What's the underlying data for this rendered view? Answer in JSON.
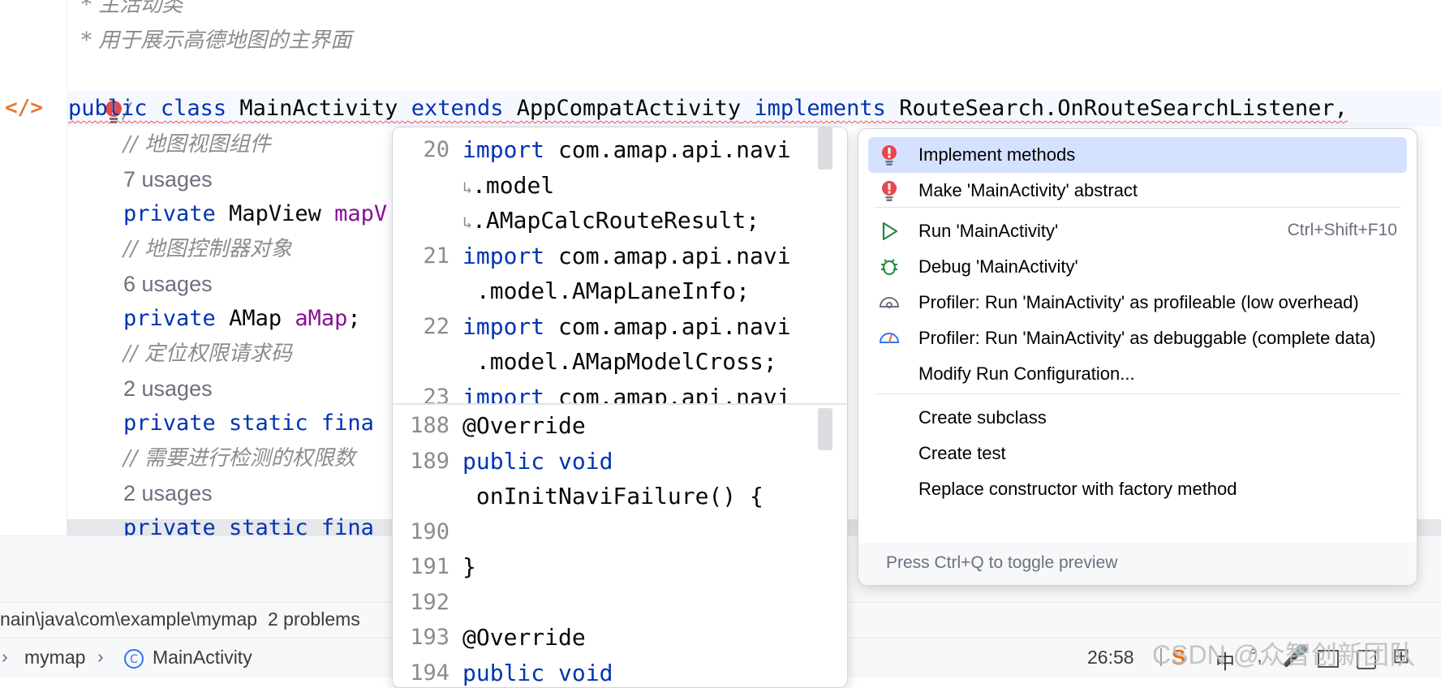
{
  "editor": {
    "comments": [
      "* 主活动类",
      "* 用于展示高德地图的主界面",
      "/"
    ],
    "class_line": {
      "kw_public": "public",
      "kw_class": "class",
      "name": "MainActivity",
      "kw_extends": "extends",
      "super": "AppCompatActivity",
      "kw_implements": "implements",
      "iface": "RouteSearch.OnRouteSearchListener,"
    },
    "lines": {
      "c1": "// 地图视图组件",
      "u1": "7 usages",
      "f1_kw": "private",
      "f1_type": "MapView",
      "f1_name": "mapV",
      "c2": "// 地图控制器对象",
      "u2": "6 usages",
      "f2_kw": "private",
      "f2_type": "AMap",
      "f2_name": "aMap",
      "f2_end": ";",
      "c3": "// 定位权限请求码",
      "u3": "2 usages",
      "f3_kw": "private static fina",
      "c4": "// 需要进行检测的权限数",
      "u4": "2 usages",
      "f4_kw": "private static fina"
    }
  },
  "preview": {
    "top": [
      {
        "num": "20",
        "kw": "import",
        "text": " com.amap.api.navi"
      },
      {
        "num": "",
        "kw": "",
        "text": ".model",
        "cont": true
      },
      {
        "num": "",
        "kw": "",
        "text": ".AMapCalcRouteResult;",
        "cont": true
      },
      {
        "num": "21",
        "kw": "import",
        "text": " com.amap.api.navi"
      },
      {
        "num": "",
        "kw": "",
        "text": " .model.AMapLaneInfo;"
      },
      {
        "num": "22",
        "kw": "import",
        "text": " com.amap.api.navi"
      },
      {
        "num": "",
        "kw": "",
        "text": " .model.AMapModelCross;"
      },
      {
        "num": "23",
        "kw": "import",
        "text": " com.amap.api.navi"
      }
    ],
    "bottom": [
      {
        "num": "188",
        "kw": "",
        "text": "@Override"
      },
      {
        "num": "189",
        "kw": "public void",
        "text": ""
      },
      {
        "num": "",
        "kw": "",
        "text": " onInitNaviFailure() {"
      },
      {
        "num": "190",
        "kw": "",
        "text": ""
      },
      {
        "num": "191",
        "kw": "",
        "text": "}"
      },
      {
        "num": "192",
        "kw": "",
        "text": ""
      },
      {
        "num": "193",
        "kw": "",
        "text": "@Override"
      },
      {
        "num": "194",
        "kw": "public void",
        "text": ""
      }
    ]
  },
  "menu": {
    "items": [
      {
        "label": "Implement methods",
        "icon": "error-bulb-icon",
        "selected": true
      },
      {
        "label": "Make 'MainActivity' abstract",
        "icon": "error-bulb-icon"
      },
      {
        "label": "Run 'MainActivity'",
        "icon": "run-icon",
        "shortcut": "Ctrl+Shift+F10"
      },
      {
        "label": "Debug 'MainActivity'",
        "icon": "debug-icon"
      },
      {
        "label": "Profiler: Run 'MainActivity' as profileable (low overhead)",
        "icon": "profiler-icon"
      },
      {
        "label": "Profiler: Run 'MainActivity' as debuggable (complete data)",
        "icon": "profiler-debug-icon"
      },
      {
        "label": "Modify Run Configuration...",
        "icon": ""
      },
      {
        "label": "Create subclass",
        "icon": ""
      },
      {
        "label": "Create test",
        "icon": ""
      },
      {
        "label": "Replace constructor with factory method",
        "icon": ""
      }
    ],
    "footer": "Press Ctrl+Q to toggle preview"
  },
  "problems": {
    "path": "nain\\java\\com\\example\\mymap",
    "count": "2 problems"
  },
  "breadcrumb": {
    "project": "mymap",
    "file": "MainActivity"
  },
  "status": {
    "position": "26:58",
    "ime": "中"
  },
  "watermark": "CSDN @众智创新团队",
  "colors": {
    "keyword": "#0033b3",
    "field": "#871094",
    "comment": "#8c8c8c",
    "selection": "#d4e2ff",
    "error": "#e5484d"
  }
}
